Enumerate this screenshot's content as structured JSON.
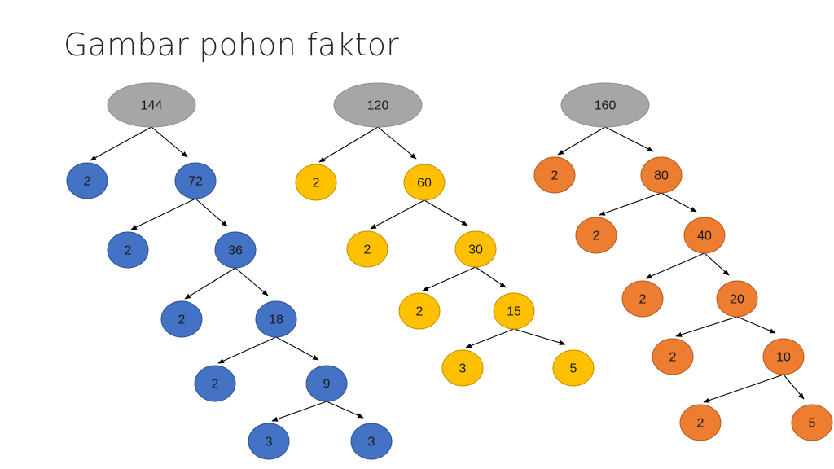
{
  "title": "Gambar pohon faktor",
  "colors": {
    "root_fill": "#a6a6a6",
    "root_stroke": "#8c8c8c",
    "blue_fill": "#4472c4",
    "blue_stroke": "#2f528f",
    "yellow_fill": "#ffc000",
    "yellow_stroke": "#bf9000",
    "orange_fill": "#ed7d31",
    "orange_stroke": "#ae5a21",
    "edge": "#000000"
  },
  "trees": [
    {
      "root": "144",
      "color": "blue",
      "levels": [
        {
          "left": "2",
          "right": "72"
        },
        {
          "left": "2",
          "right": "36"
        },
        {
          "left": "2",
          "right": "18"
        },
        {
          "left": "2",
          "right": "9"
        },
        {
          "left": "3",
          "right": "3"
        }
      ]
    },
    {
      "root": "120",
      "color": "yellow",
      "levels": [
        {
          "left": "2",
          "right": "60"
        },
        {
          "left": "2",
          "right": "30"
        },
        {
          "left": "2",
          "right": "15"
        },
        {
          "left": "3",
          "right": "5"
        }
      ]
    },
    {
      "root": "160",
      "color": "orange",
      "levels": [
        {
          "left": "2",
          "right": "80"
        },
        {
          "left": "2",
          "right": "40"
        },
        {
          "left": "2",
          "right": "20"
        },
        {
          "left": "2",
          "right": "10"
        },
        {
          "left": "2",
          "right": "5"
        }
      ]
    }
  ]
}
